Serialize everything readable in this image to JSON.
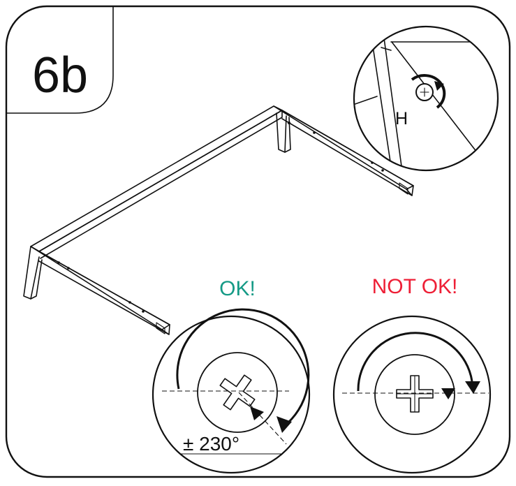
{
  "step": {
    "number": "6b"
  },
  "detail": {
    "tool_label": "H"
  },
  "correct": {
    "label": "OK!",
    "label_color": "#159a86",
    "angle_text": "± 230°"
  },
  "incorrect": {
    "label": "NOT OK!",
    "label_color": "#ee1f36"
  },
  "colors": {
    "line": "#111111",
    "background": "#ffffff"
  },
  "icons": [
    "rotation-arrow-icon",
    "cross-screw-icon"
  ]
}
